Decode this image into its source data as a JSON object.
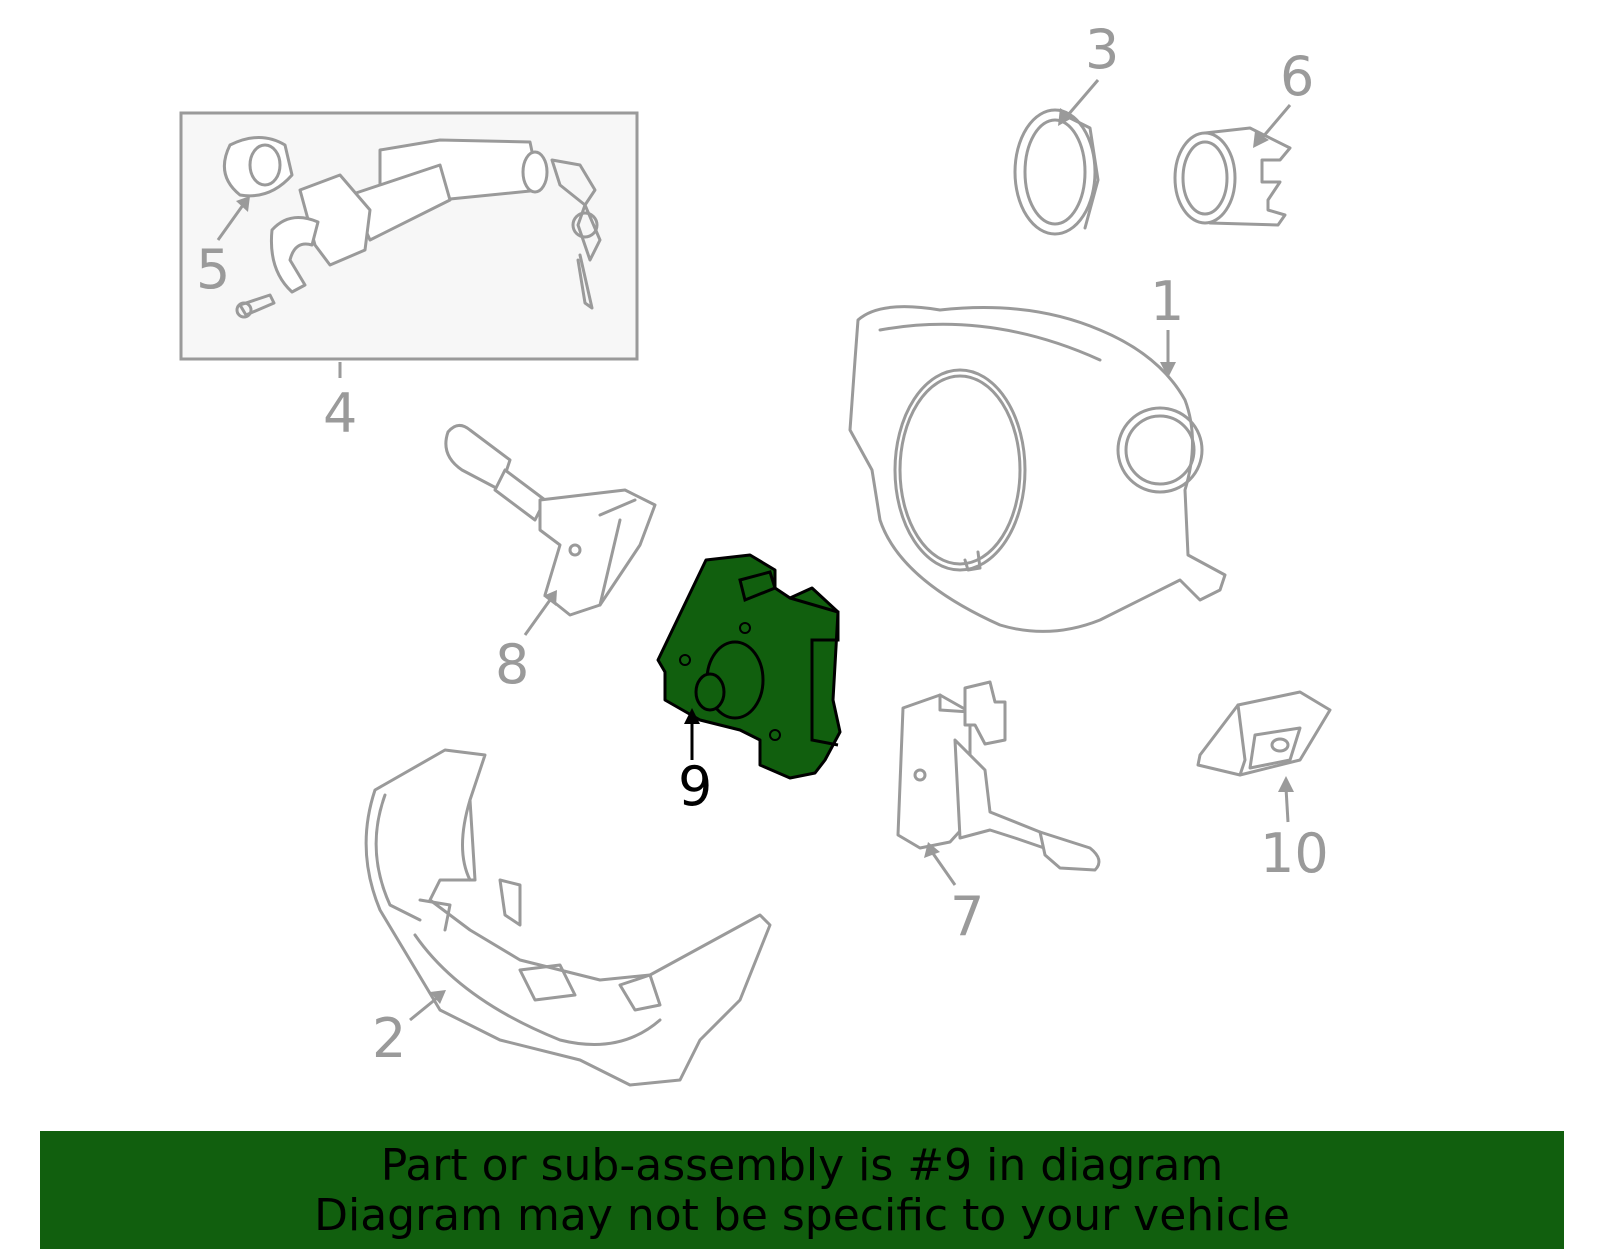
{
  "diagram": {
    "callouts": [
      {
        "id": "1",
        "label": "1"
      },
      {
        "id": "2",
        "label": "2"
      },
      {
        "id": "3",
        "label": "3"
      },
      {
        "id": "4",
        "label": "4"
      },
      {
        "id": "5",
        "label": "5"
      },
      {
        "id": "6",
        "label": "6"
      },
      {
        "id": "7",
        "label": "7"
      },
      {
        "id": "8",
        "label": "8"
      },
      {
        "id": "9",
        "label": "9"
      },
      {
        "id": "10",
        "label": "10"
      }
    ],
    "highlighted_part": "9",
    "colors": {
      "highlight": "#115f0e",
      "line": "#9a9a9a",
      "active_label": "#000000",
      "banner": "#115f0e"
    }
  },
  "banner": {
    "line1": "Part or sub-assembly is #9 in diagram",
    "line2": "Diagram may not be specific to your vehicle"
  }
}
